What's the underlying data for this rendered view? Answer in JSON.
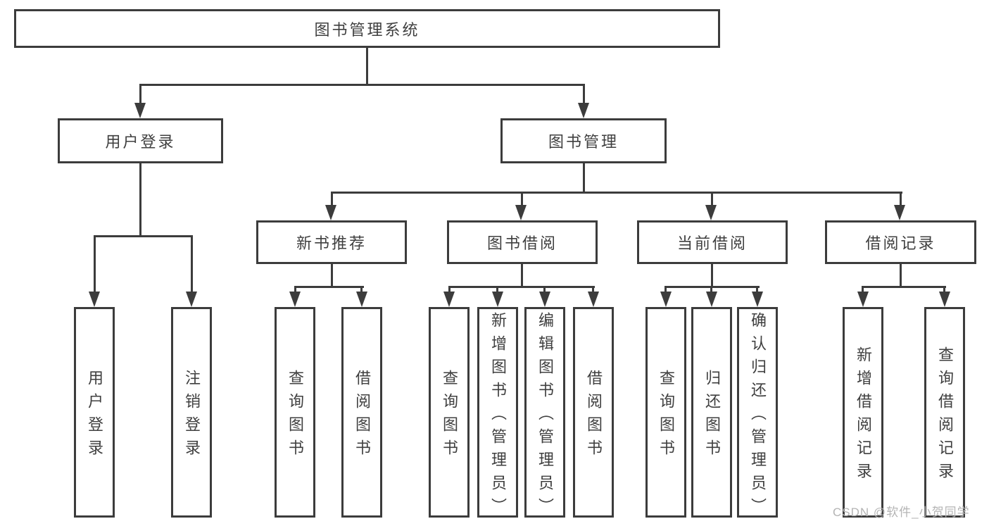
{
  "colors": {
    "line": "#3c3c3c",
    "text": "#3f3f3f",
    "watermark": "#b4b4b4",
    "background": "#ffffff"
  },
  "tree": {
    "root": {
      "label": "图书管理系统"
    },
    "branches": [
      {
        "label": "用户登录",
        "leaves": [
          {
            "label": "用户登录"
          },
          {
            "label": "注销登录"
          }
        ]
      },
      {
        "label": "图书管理",
        "groups": [
          {
            "label": "新书推荐",
            "leaves": [
              {
                "label": "查询图书"
              },
              {
                "label": "借阅图书"
              }
            ]
          },
          {
            "label": "图书借阅",
            "leaves": [
              {
                "label": "查询图书"
              },
              {
                "label": "新增图书（管理员）"
              },
              {
                "label": "编辑图书（管理员）"
              },
              {
                "label": "借阅图书"
              }
            ]
          },
          {
            "label": "当前借阅",
            "leaves": [
              {
                "label": "查询图书"
              },
              {
                "label": "归还图书"
              },
              {
                "label": "确认归还（管理员）"
              }
            ]
          },
          {
            "label": "借阅记录",
            "leaves": [
              {
                "label": "新增借阅记录"
              },
              {
                "label": "查询借阅记录"
              }
            ]
          }
        ]
      }
    ]
  },
  "watermark": {
    "label": "CSDN @软件_小贺同学"
  }
}
